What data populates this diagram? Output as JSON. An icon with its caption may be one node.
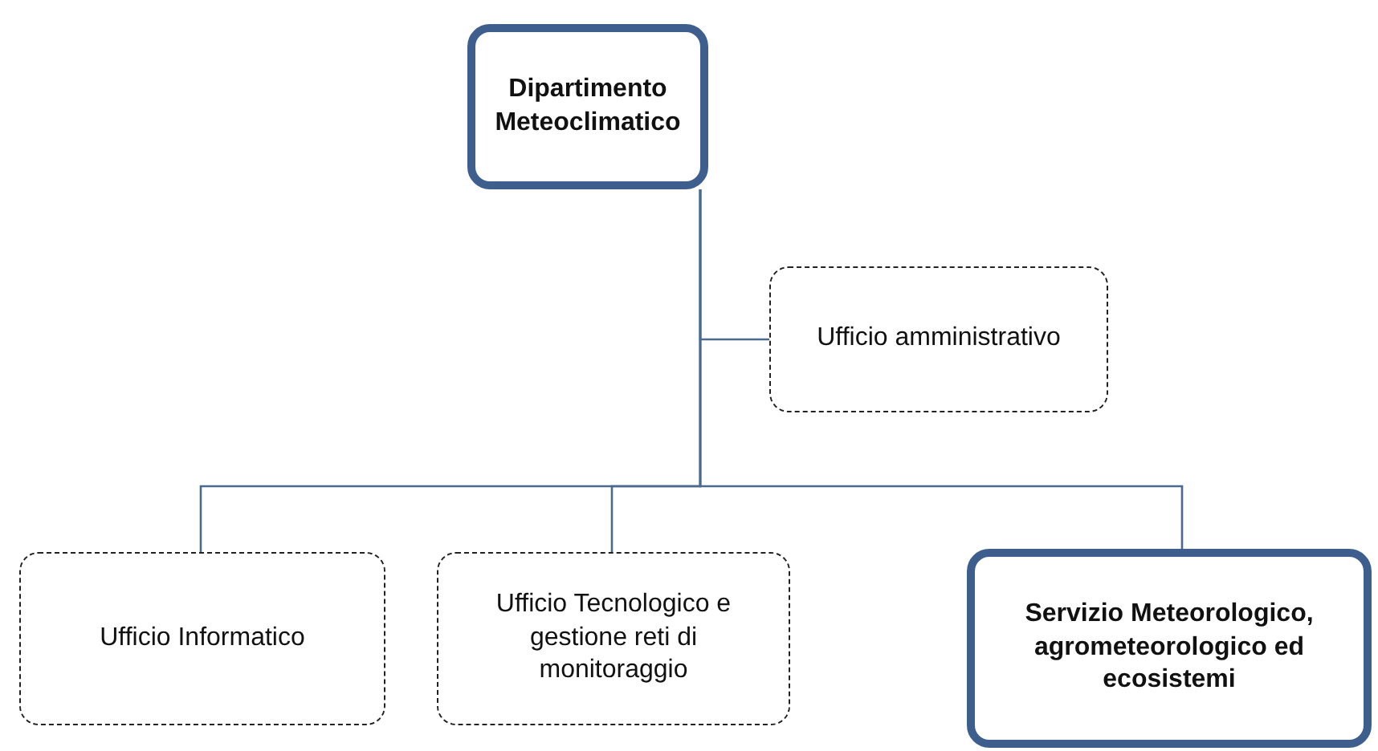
{
  "diagram": {
    "nodes": [
      {
        "text": [
          "Dipartimento Meteoclimatico"
        ]
      },
      {
        "text": [
          "Ufficio amministrativo"
        ]
      },
      {
        "text": [
          "Ufficio Informatico"
        ]
      },
      {
        "text": [
          "Ufficio Tecnologico e gestione reti di monitoraggio"
        ]
      },
      {
        "text": [
          "Servizio Meteorologico, agrometeorologico ed ecosistemi"
        ]
      }
    ],
    "edges": [
      {
        "from": 0,
        "to": 1,
        "arrow": "none"
      },
      {
        "from": 0,
        "to": 2,
        "arrow": "none"
      },
      {
        "from": 0,
        "to": 3,
        "arrow": "none"
      },
      {
        "from": 0,
        "to": 4,
        "arrow": "none"
      }
    ]
  }
}
